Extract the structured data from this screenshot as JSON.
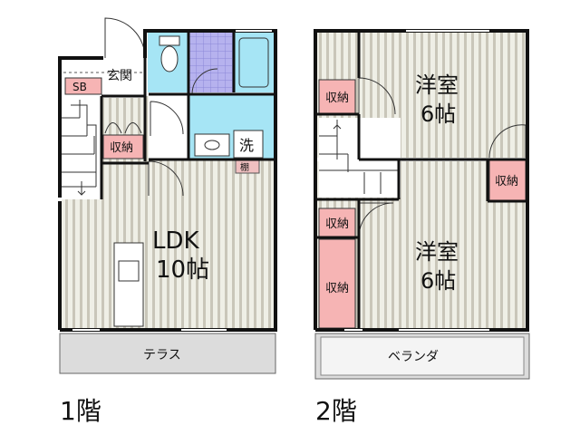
{
  "colors": {
    "wall": "#111111",
    "floor_stripe": "#c9c6b9",
    "floor_base": "#efefe6",
    "wet_area": "#a6e5f5",
    "bath_tile": "#b6b2ee",
    "storage": "#f6b4b4",
    "terrace": "#dcdcdc",
    "genkan": "#ffffff"
  },
  "floor1": {
    "floor_label": "1階",
    "genkan": "玄関",
    "shoe_box": "SB",
    "storage": "収納",
    "wash": "洗",
    "shelf": "棚",
    "ldk_line1": "LDK",
    "ldk_line2": "10帖",
    "terrace": "テラス"
  },
  "floor2": {
    "floor_label": "2階",
    "room_top_line1": "洋室",
    "room_top_line2": "6帖",
    "room_bottom_line1": "洋室",
    "room_bottom_line2": "6帖",
    "storage_top_left": "収納",
    "storage_right": "収納",
    "storage_mid_left": "収納",
    "storage_bottom_left": "収納",
    "veranda": "ベランダ"
  }
}
